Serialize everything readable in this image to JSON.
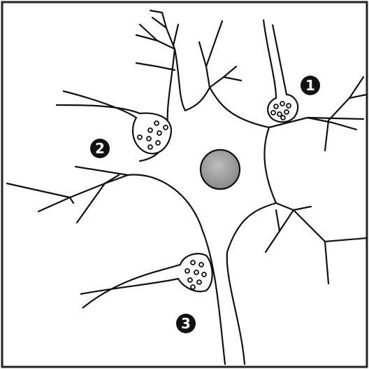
{
  "figure": {
    "description_type": "neuron-synapse-diagram",
    "background_color": "#ffffff",
    "stroke_color": "#111111",
    "nucleus_color": "#9a9a9a",
    "labels": [
      "1",
      "2",
      "3"
    ]
  }
}
